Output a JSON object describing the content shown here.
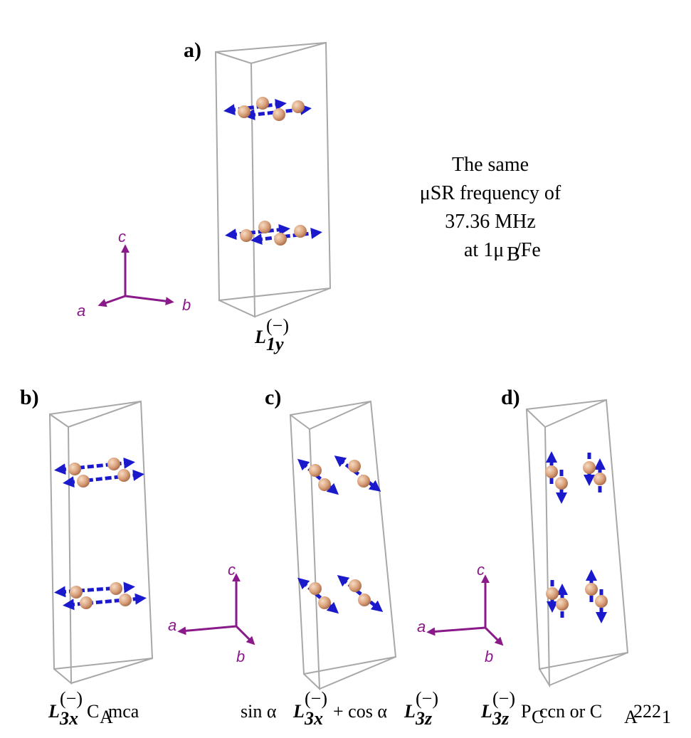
{
  "panels": {
    "a": {
      "label": "a)",
      "symbol": "L",
      "sub": "1y",
      "sup": "(−)",
      "suffix": ""
    },
    "b": {
      "label": "b)",
      "symbol": "L",
      "sub": "3x",
      "sup": "(−)",
      "suffix": "C",
      "suffix_sub": "A",
      "suffix_tail": "mca"
    },
    "c": {
      "label": "c)",
      "prefix1": "sin α",
      "symbol1": "L",
      "sub1": "3x",
      "sup1": "(−)",
      "plus": "+ cos α",
      "symbol2": "L",
      "sub2": "3z",
      "sup2": "(−)"
    },
    "d": {
      "label": "d)",
      "symbol": "L",
      "sub": "3z",
      "sup": "(−)",
      "s1": "P",
      "s1_sub": "C",
      "s1_tail": "ccn or C",
      "s2_sub": "A",
      "s2_tail": "222",
      "s2_tail_sub": "1"
    }
  },
  "note": {
    "line1": "The same",
    "line2": "μSR frequency of",
    "line3": "37.36 MHz",
    "line4_a": "at 1μ",
    "line4_sub": "B",
    "line4_b": "/Fe"
  },
  "axes": {
    "a": "a",
    "b": "b",
    "c": "c"
  },
  "colors": {
    "spin_arrow": "#1a1acc",
    "atom": "#d9a07a",
    "cell_edge": "#a8a8a8",
    "axis": "#8a1a8a"
  }
}
